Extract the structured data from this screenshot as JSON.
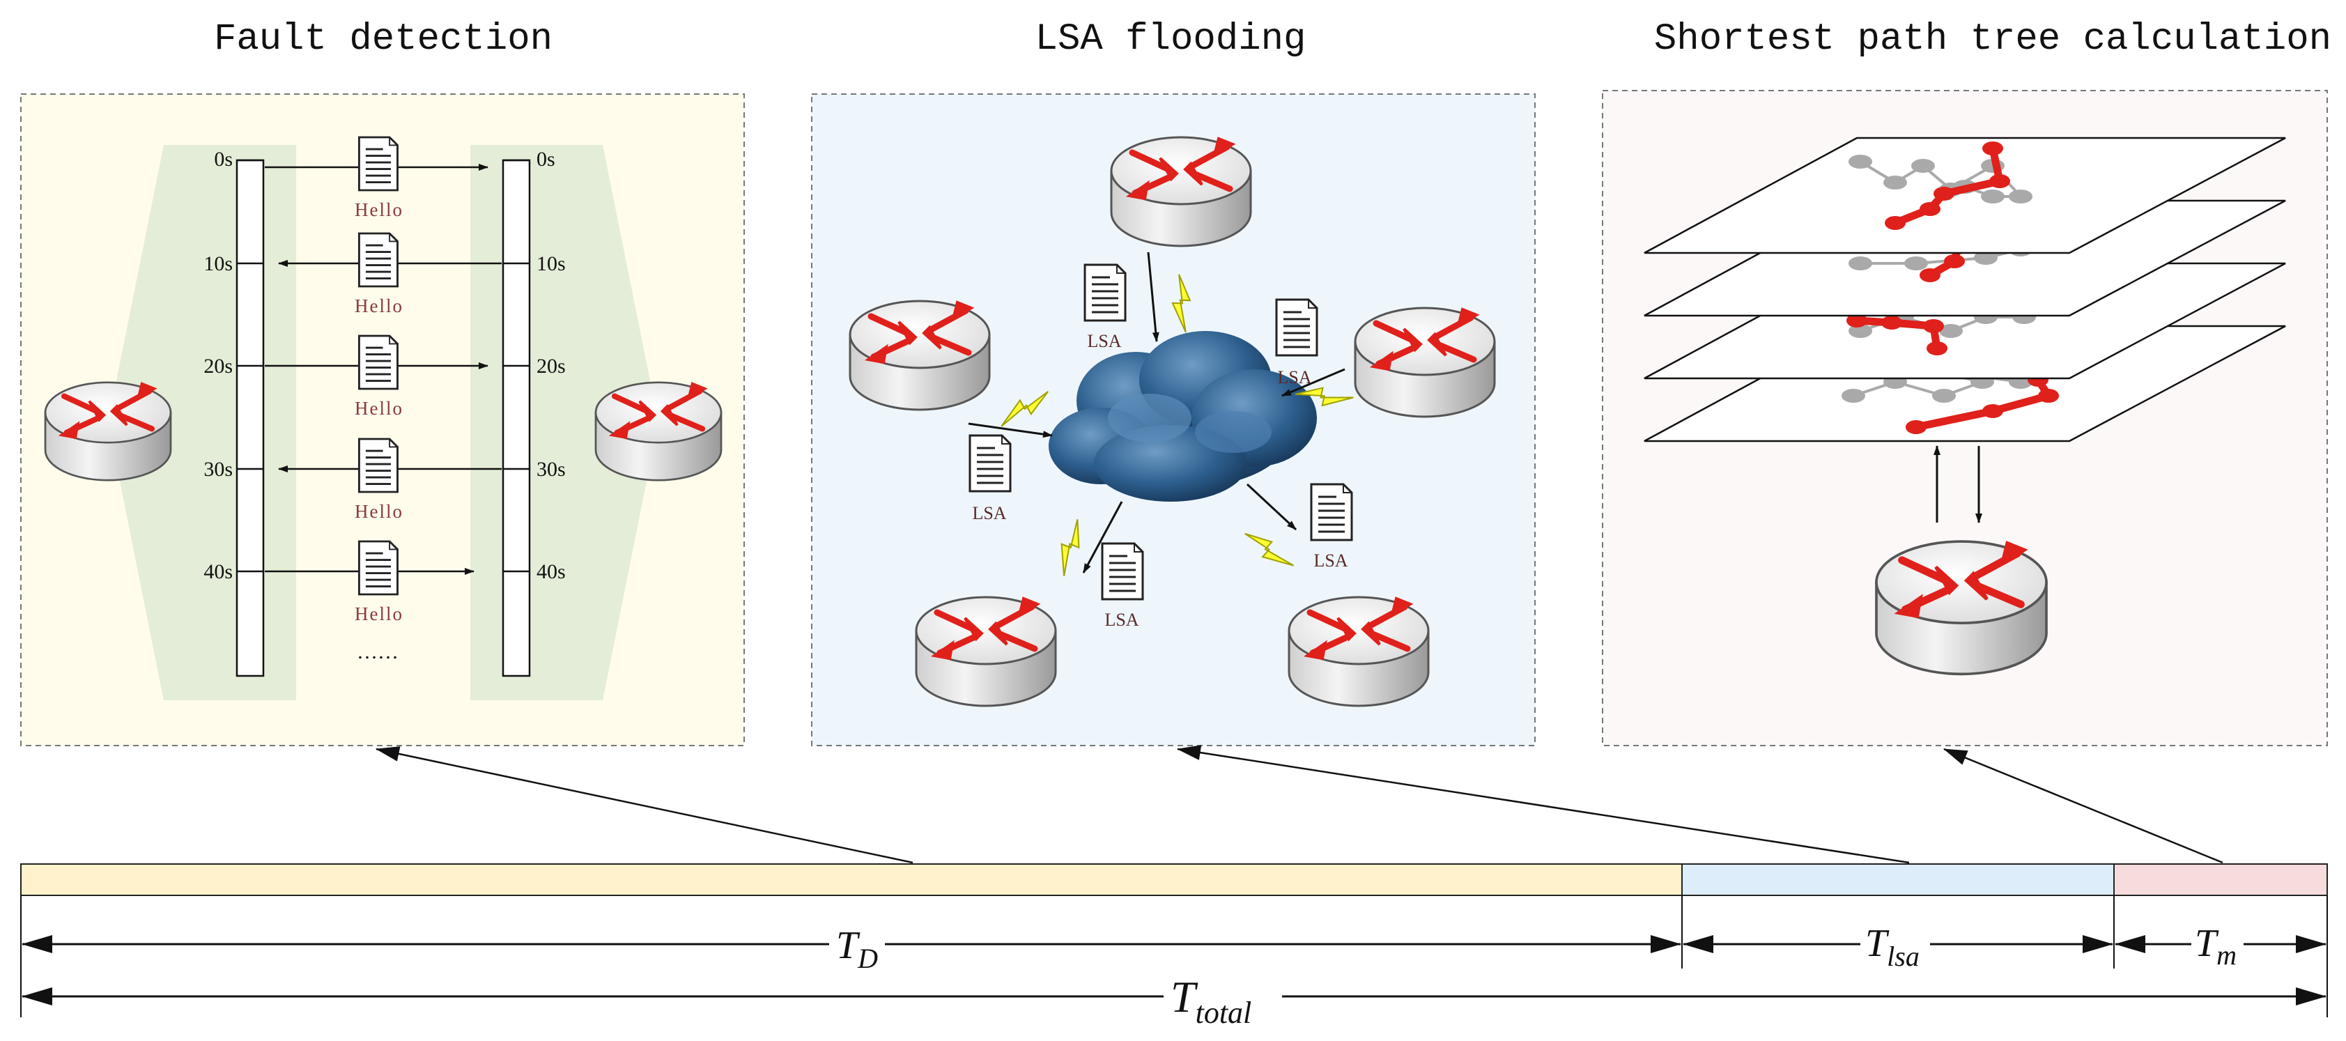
{
  "titles": {
    "fault_detection": "Fault detection",
    "lsa_flooding": "LSA flooding",
    "spt_calculation": "Shortest path tree calculation"
  },
  "fault_detection": {
    "left_ticks": [
      "0s",
      "10s",
      "20s",
      "30s",
      "40s"
    ],
    "right_ticks": [
      "0s",
      "10s",
      "20s",
      "30s",
      "40s"
    ],
    "messages": [
      "Hello",
      "Hello",
      "Hello",
      "Hello",
      "Hello"
    ],
    "ellipsis": "……"
  },
  "lsa_flooding": {
    "labels": [
      "LSA",
      "LSA",
      "LSA",
      "LSA",
      "LSA"
    ]
  },
  "timeline": {
    "t_d": "T",
    "t_d_sub": "D",
    "t_lsa": "T",
    "t_lsa_sub": "lsa",
    "t_m": "T",
    "t_m_sub": "m",
    "t_total": "T",
    "t_total_sub": "total"
  },
  "colors": {
    "panel1_bg": "#fffcec",
    "panel2_bg": "#eef6fb",
    "panel3_bg": "#fcf8f8",
    "bar_td": "#fff2cc",
    "bar_tlsa": "#ddeefa",
    "bar_tm": "#f6dcdc",
    "router_arrow": "#e0201a",
    "spt_red": "#e0201a"
  }
}
